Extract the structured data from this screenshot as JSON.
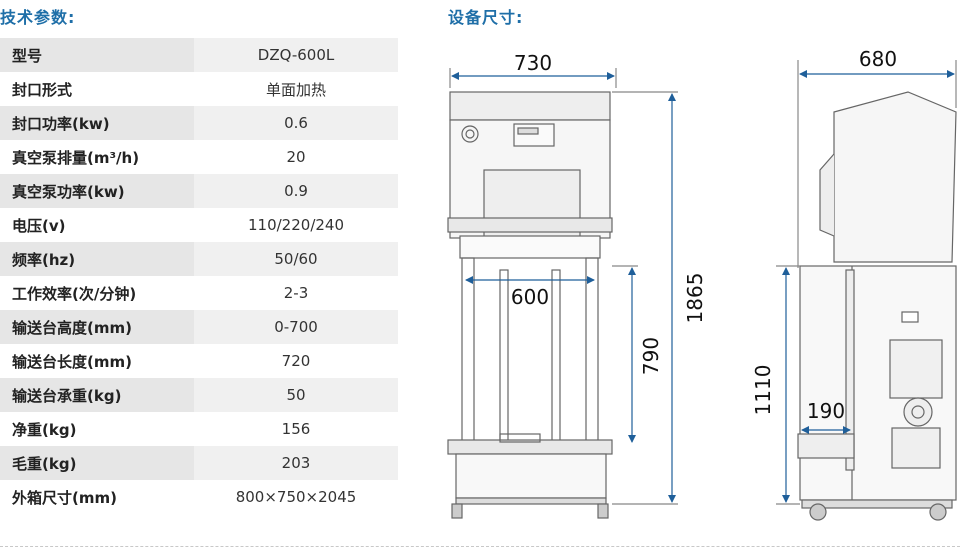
{
  "specs_title": "技术参数:",
  "dims_title": "设备尺寸:",
  "specs": [
    {
      "key": "型号",
      "value": "DZQ-600L"
    },
    {
      "key": "封口形式",
      "value": "单面加热"
    },
    {
      "key": "封口功率(kw)",
      "value": "0.6"
    },
    {
      "key": "真空泵排量(m³/h)",
      "value": "20"
    },
    {
      "key": "真空泵功率(kw)",
      "value": "0.9"
    },
    {
      "key": "电压(v)",
      "value": "110/220/240"
    },
    {
      "key": "频率(hz)",
      "value": "50/60"
    },
    {
      "key": "工作效率(次/分钟)",
      "value": "2-3"
    },
    {
      "key": "输送台高度(mm)",
      "value": "0-700"
    },
    {
      "key": "输送台长度(mm)",
      "value": "720"
    },
    {
      "key": "输送台承重(kg)",
      "value": "50"
    },
    {
      "key": "净重(kg)",
      "value": "156"
    },
    {
      "key": "毛重(kg)",
      "value": "203"
    },
    {
      "key": "外箱尺寸(mm)",
      "value": "800×750×2045"
    }
  ],
  "dimensions": {
    "front_width": "730",
    "side_depth": "680",
    "table_width": "600",
    "table_height": "790",
    "total_height": "1865",
    "side_height": "1110",
    "side_offset": "190"
  },
  "colors": {
    "title": "#1f6fa8",
    "row_shade": "#e6e6e6"
  }
}
